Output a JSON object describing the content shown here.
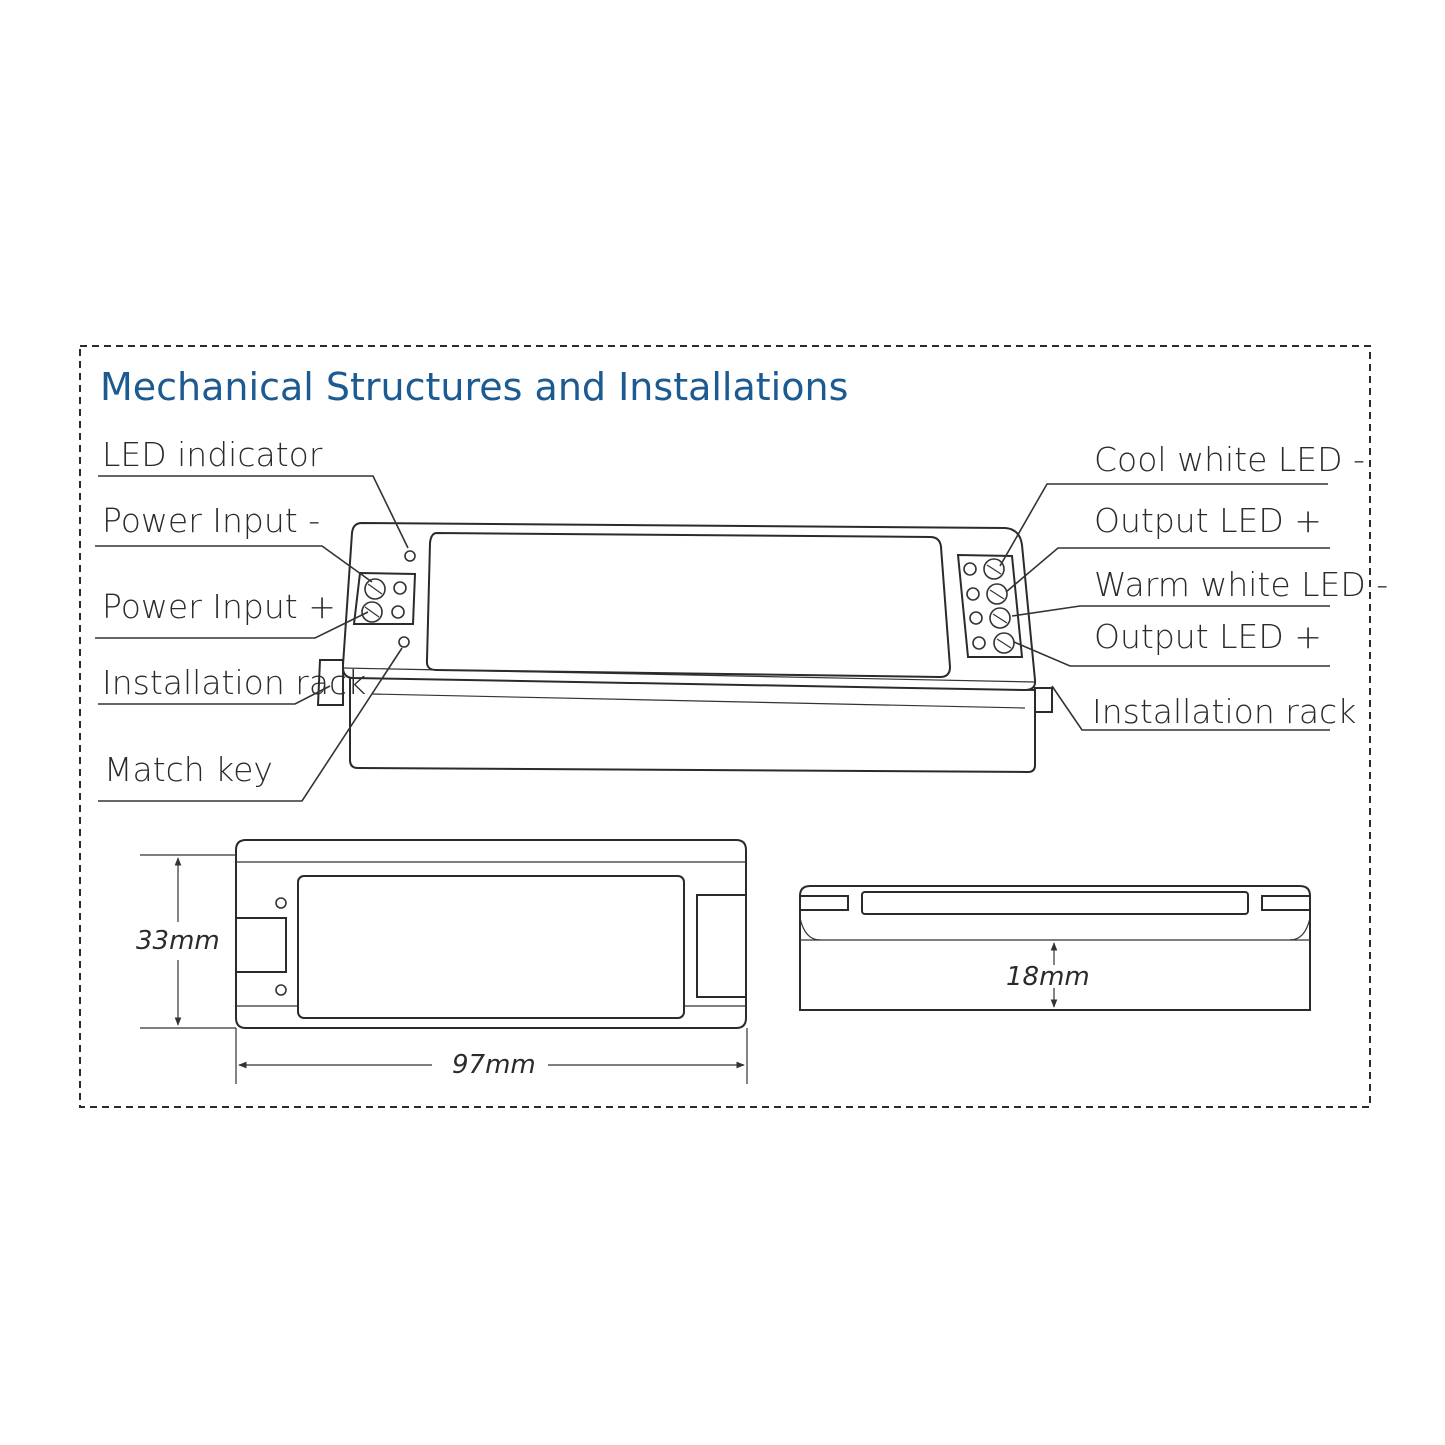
{
  "title": "Mechanical Structures and Installations",
  "colors": {
    "title": "#1c5a92",
    "line": "#333333",
    "frame": "#2b2b2b"
  },
  "left_labels": [
    "LED indicator",
    "Power Input -",
    "Power Input +",
    "Installation rack",
    "Match key"
  ],
  "right_labels": [
    "Cool white LED -",
    "Output LED +",
    "Warm white LED -",
    "Output LED +",
    "Installation rack"
  ],
  "dimensions": {
    "height": "33mm",
    "length": "97mm",
    "thickness": "18mm"
  }
}
